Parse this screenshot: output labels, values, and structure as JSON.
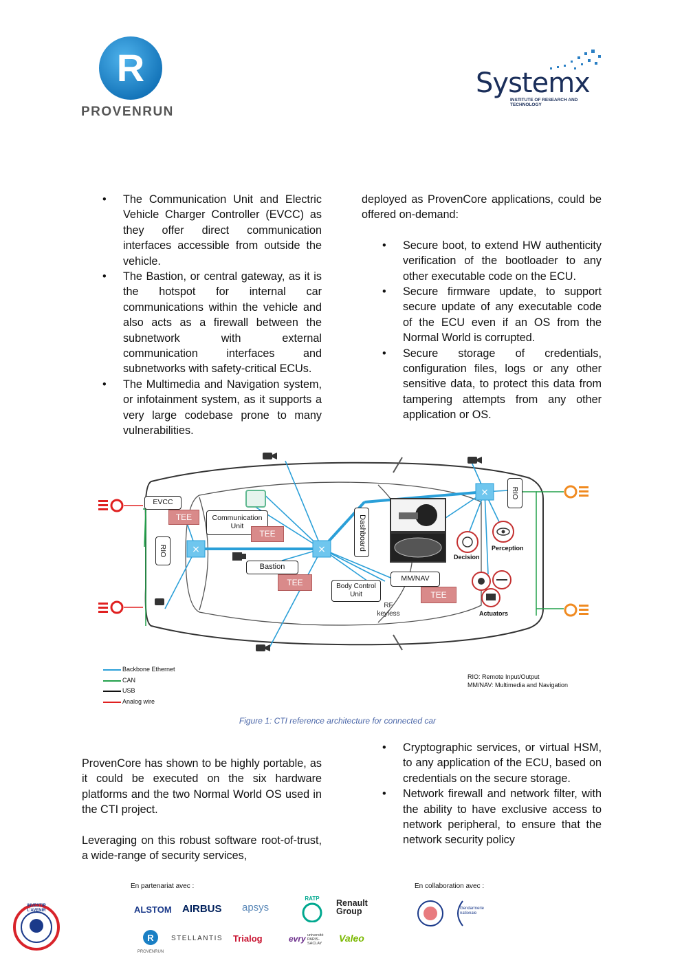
{
  "header": {
    "left_logo_text": "PROVENRUN",
    "right_logo_text": "Systemx",
    "right_logo_sub": "INSTITUTE OF RESEARCH AND TECHNOLOGY"
  },
  "top_left_bullets": [
    "The Communication Unit and Electric Vehicle Charger Controller (EVCC) as they offer direct communication interfaces accessible from outside the vehicle.",
    "The Bastion, or central gateway, as it is the hotspot for internal car communications within the vehicle and also acts as a firewall between the subnetwork with external communication interfaces and subnetworks with safety-critical ECUs.",
    "The Multimedia and Navigation system, or infotainment system, as it supports a very large codebase prone to many vulnerabilities."
  ],
  "top_right_intro": "deployed as ProvenCore applications, could be offered on-demand:",
  "top_right_bullets": [
    "Secure boot, to extend HW authenticity verification of the bootloader to any other executable code on the ECU.",
    "Secure firmware update, to support secure update of any executable code of the ECU even if an OS from the Normal World is corrupted.",
    "Secure storage of credentials, configuration files, logs or any other sensitive data, to protect this data from tampering attempts from any other application or OS."
  ],
  "figure": {
    "labels": {
      "evcc": "EVCC",
      "tee": "TEE",
      "comm_unit": "Communication Unit",
      "rio": "RIO",
      "bastion": "Bastion",
      "dashboard": "Dashboard",
      "body_control": "Body Control Unit",
      "mmnav": "MM/NAV",
      "rf_keyless": "RF keyless",
      "decision": "Decision",
      "perception": "Perception",
      "actuators": "Actuators"
    },
    "legend": [
      {
        "label": "Backbone Ethernet",
        "color": "#2a9fd8"
      },
      {
        "label": "CAN",
        "color": "#22a04a"
      },
      {
        "label": "USB",
        "color": "#111111"
      },
      {
        "label": "Analog wire",
        "color": "#e02020"
      }
    ],
    "notes": [
      "RIO: Remote Input/Output",
      "MM/NAV: Multimedia and Navigation"
    ],
    "caption": "Figure 1: CTI reference architecture for connected car"
  },
  "bottom_left_paras": [
    "ProvenCore has shown to be highly portable, as it could be executed on the six hardware platforms and the two Normal World OS used in the CTI project.",
    "Leveraging on this robust software root-of-trust, a wide-range of security services,"
  ],
  "bottom_right_bullets": [
    "Cryptographic services, or virtual HSM, to any application of the ECU, based on credentials on the secure storage.",
    "Network firewall and network filter, with the ability to have exclusive access to network peripheral, to ensure that the network security policy"
  ],
  "footer": {
    "partners_label": "En partenariat avec :",
    "collab_label": "En collaboration avec :",
    "seal_text": "INVESTIR L'AVENIR",
    "partners_row1": [
      "ALSTOM",
      "AIRBUS",
      "apsys",
      "RATP",
      "Renault Group"
    ],
    "partners_row2": [
      "PROVENRUN",
      "STELLANTIS",
      "Trialog",
      "evry",
      "université PARIS-SACLAY",
      "Valeo"
    ],
    "collab_logos": [
      "Gendarmerie nationale"
    ]
  },
  "colors": {
    "ethernet": "#2a9fd8",
    "can": "#22a04a",
    "tee": "#d98a8a",
    "caption": "#4a66a8",
    "provenrun_blue": "#1a7fc4",
    "light_orange": "#f08a20",
    "light_red": "#e02020"
  }
}
